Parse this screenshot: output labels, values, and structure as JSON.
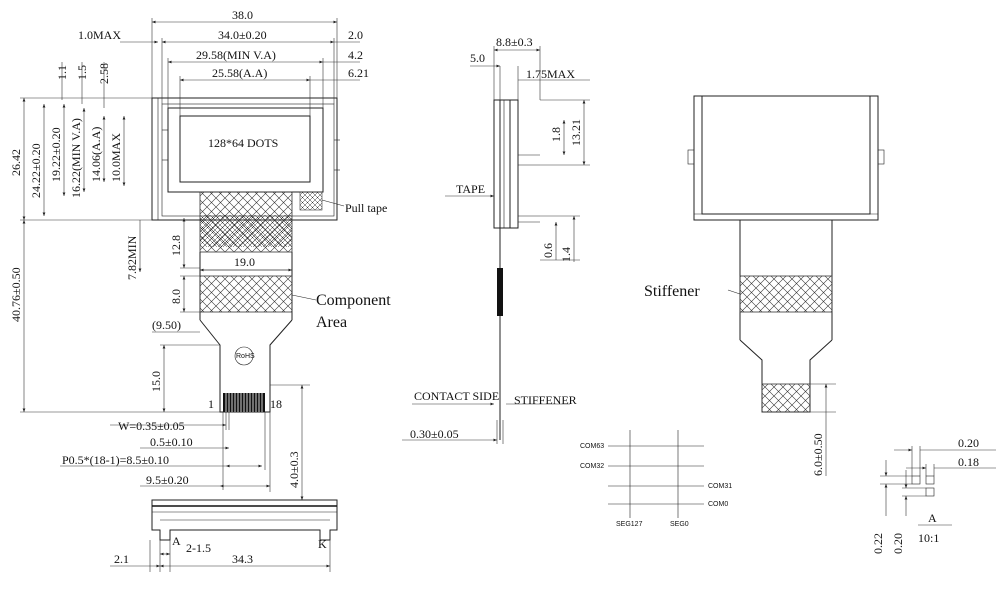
{
  "front_view": {
    "dims_top": [
      "38.0",
      "34.0±0.20",
      "29.58(MIN V.A)",
      "25.58(A.A)",
      "1.0MAX",
      "2.0",
      "4.2",
      "6.21"
    ],
    "dims_left_small": [
      "1.1",
      "1.5",
      "2.58"
    ],
    "dims_vertical": [
      "26.42",
      "24.22±0.20",
      "19.22±0.20",
      "16.22(MIN V.A)",
      "14.06(A.A)",
      "10.0MAX",
      "7.82MIN",
      "40.76±0.50",
      "12.8",
      "8.0",
      "15.0",
      "4.0±0.3"
    ],
    "dims_fpc": [
      "19.0",
      "(9.50)"
    ],
    "display_label": "128*64 DOTS",
    "pull_tape": "Pull tape",
    "component_area_1": "Component",
    "component_area_2": "Area",
    "rohs": "RoHS",
    "pin_first": "1",
    "pin_last": "18",
    "pin_dims": [
      "W=0.35±0.05",
      "0.5±0.10",
      "P0.5*(18-1)=8.5±0.10",
      "9.5±0.20"
    ]
  },
  "connector": {
    "dims": [
      "2.1",
      "2-1.5",
      "34.3"
    ],
    "label_a": "A",
    "label_k": "K"
  },
  "side_view": {
    "dims": [
      "8.8±0.3",
      "5.0",
      "1.75MAX",
      "1.8",
      "13.21",
      "0.6",
      "1.4",
      "0.30±0.05"
    ],
    "tape": "TAPE",
    "contact_side": "CONTACT SIDE",
    "stiffener": "STIFFENER"
  },
  "back_view": {
    "stiffener": "Stiffener",
    "dim": "6.0±0.50"
  },
  "com_diagram": {
    "labels": [
      "COM63",
      "COM32",
      "COM31",
      "COM0",
      "SEG127",
      "SEG0"
    ]
  },
  "detail_a": {
    "dims": [
      "0.20",
      "0.18",
      "0.22",
      "0.20"
    ],
    "label": "A",
    "scale": "10:1"
  }
}
